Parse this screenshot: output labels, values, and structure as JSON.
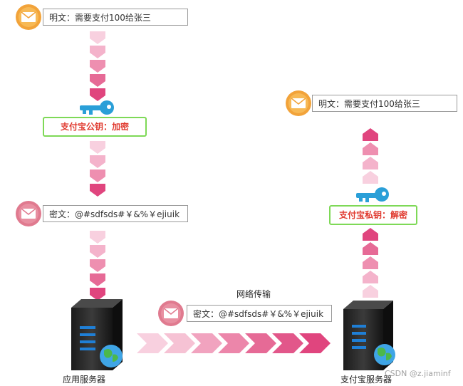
{
  "messages": {
    "plain_top_left": "明文：需要支付100给张三",
    "plain_top_right": "明文：需要支付100给张三",
    "cipher_left": "密文：@#sdfsds#￥&%￥ejiuik",
    "cipher_middle": "密文：@#sdfsds#￥&%￥ejiuik"
  },
  "keys": {
    "public_key_label": "支付宝公钥：加密",
    "private_key_label": "支付宝私钥：解密"
  },
  "labels": {
    "network": "网络传输",
    "app_server": "应用服务器",
    "alipay_server": "支付宝服务器"
  },
  "watermark": "CSDN @z.jiaminf",
  "colors": {
    "arrow_pink": "#e0457e",
    "arrow_light": "#f6c2d4",
    "key_blue": "#2a9fd8",
    "key_border": "#7ed957",
    "key_text": "#e03a2f",
    "mail_orange": "#f2a33a",
    "mail_pink": "#e07a8f"
  }
}
